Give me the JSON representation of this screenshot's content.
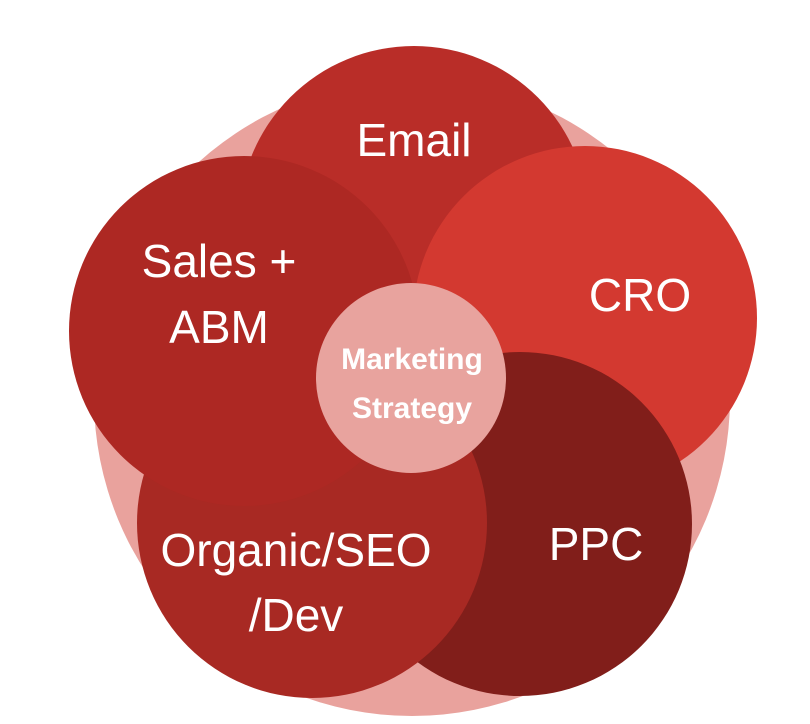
{
  "diagram": {
    "colors": {
      "background_disk": "#e9a29d",
      "email": "#b92d28",
      "cro": "#d33930",
      "ppc": "#811e1a",
      "organic": "#a82923",
      "sales": "#ad2823",
      "center": "#e8a39e",
      "text": "#ffffff"
    },
    "petals": {
      "email": {
        "lines": [
          "Email"
        ]
      },
      "sales": {
        "lines": [
          "Sales +",
          "ABM"
        ]
      },
      "cro": {
        "lines": [
          "CRO"
        ]
      },
      "organic": {
        "lines": [
          "Organic/SEO",
          "/Dev"
        ]
      },
      "ppc": {
        "lines": [
          "PPC"
        ]
      }
    },
    "center": {
      "lines": [
        "Marketing",
        "Strategy"
      ]
    }
  }
}
